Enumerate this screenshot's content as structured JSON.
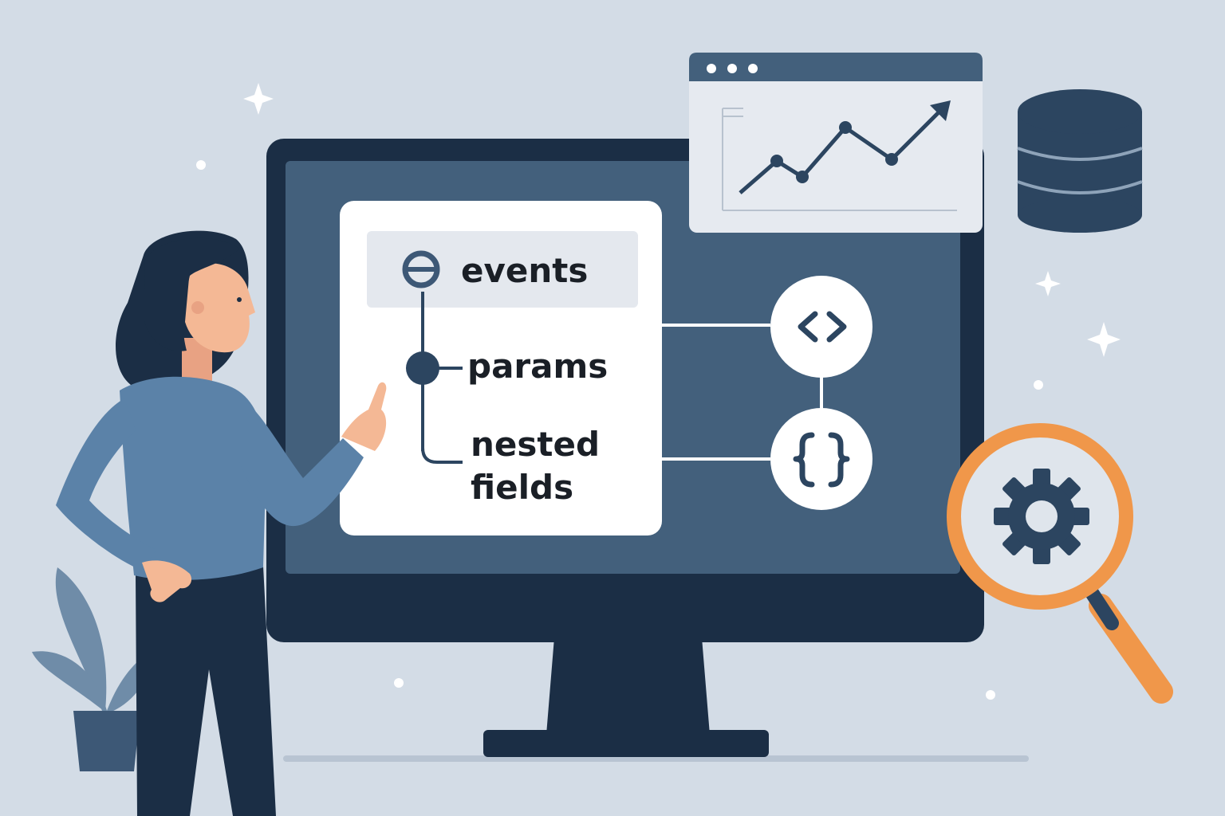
{
  "schema_panel": {
    "root": {
      "label": "events",
      "icon": "database-field-icon"
    },
    "children": [
      {
        "label": "params",
        "icon": "node-dot-icon"
      },
      {
        "label_line1": "nested",
        "label_line2": "fields"
      }
    ]
  },
  "connectors": [
    {
      "icon": "code-brackets-icon",
      "glyph": "<>"
    },
    {
      "icon": "curly-braces-icon",
      "glyph": "{}"
    }
  ],
  "chart_window": {
    "window_dots": 3,
    "icon": "trend-up-icon"
  },
  "decorations": {
    "database": "database-icon",
    "magnifier": "magnifier-gear-icon",
    "plant": "plant-icon",
    "sparkles": "sparkle-icon"
  },
  "colors": {
    "background": "#d3dce6",
    "monitor_frame": "#1b2e45",
    "monitor_screen": "#43607c",
    "panel": "#ffffff",
    "accent_orange": "#f0974a",
    "navy": "#2c4560",
    "shirt": "#5b82a8"
  }
}
